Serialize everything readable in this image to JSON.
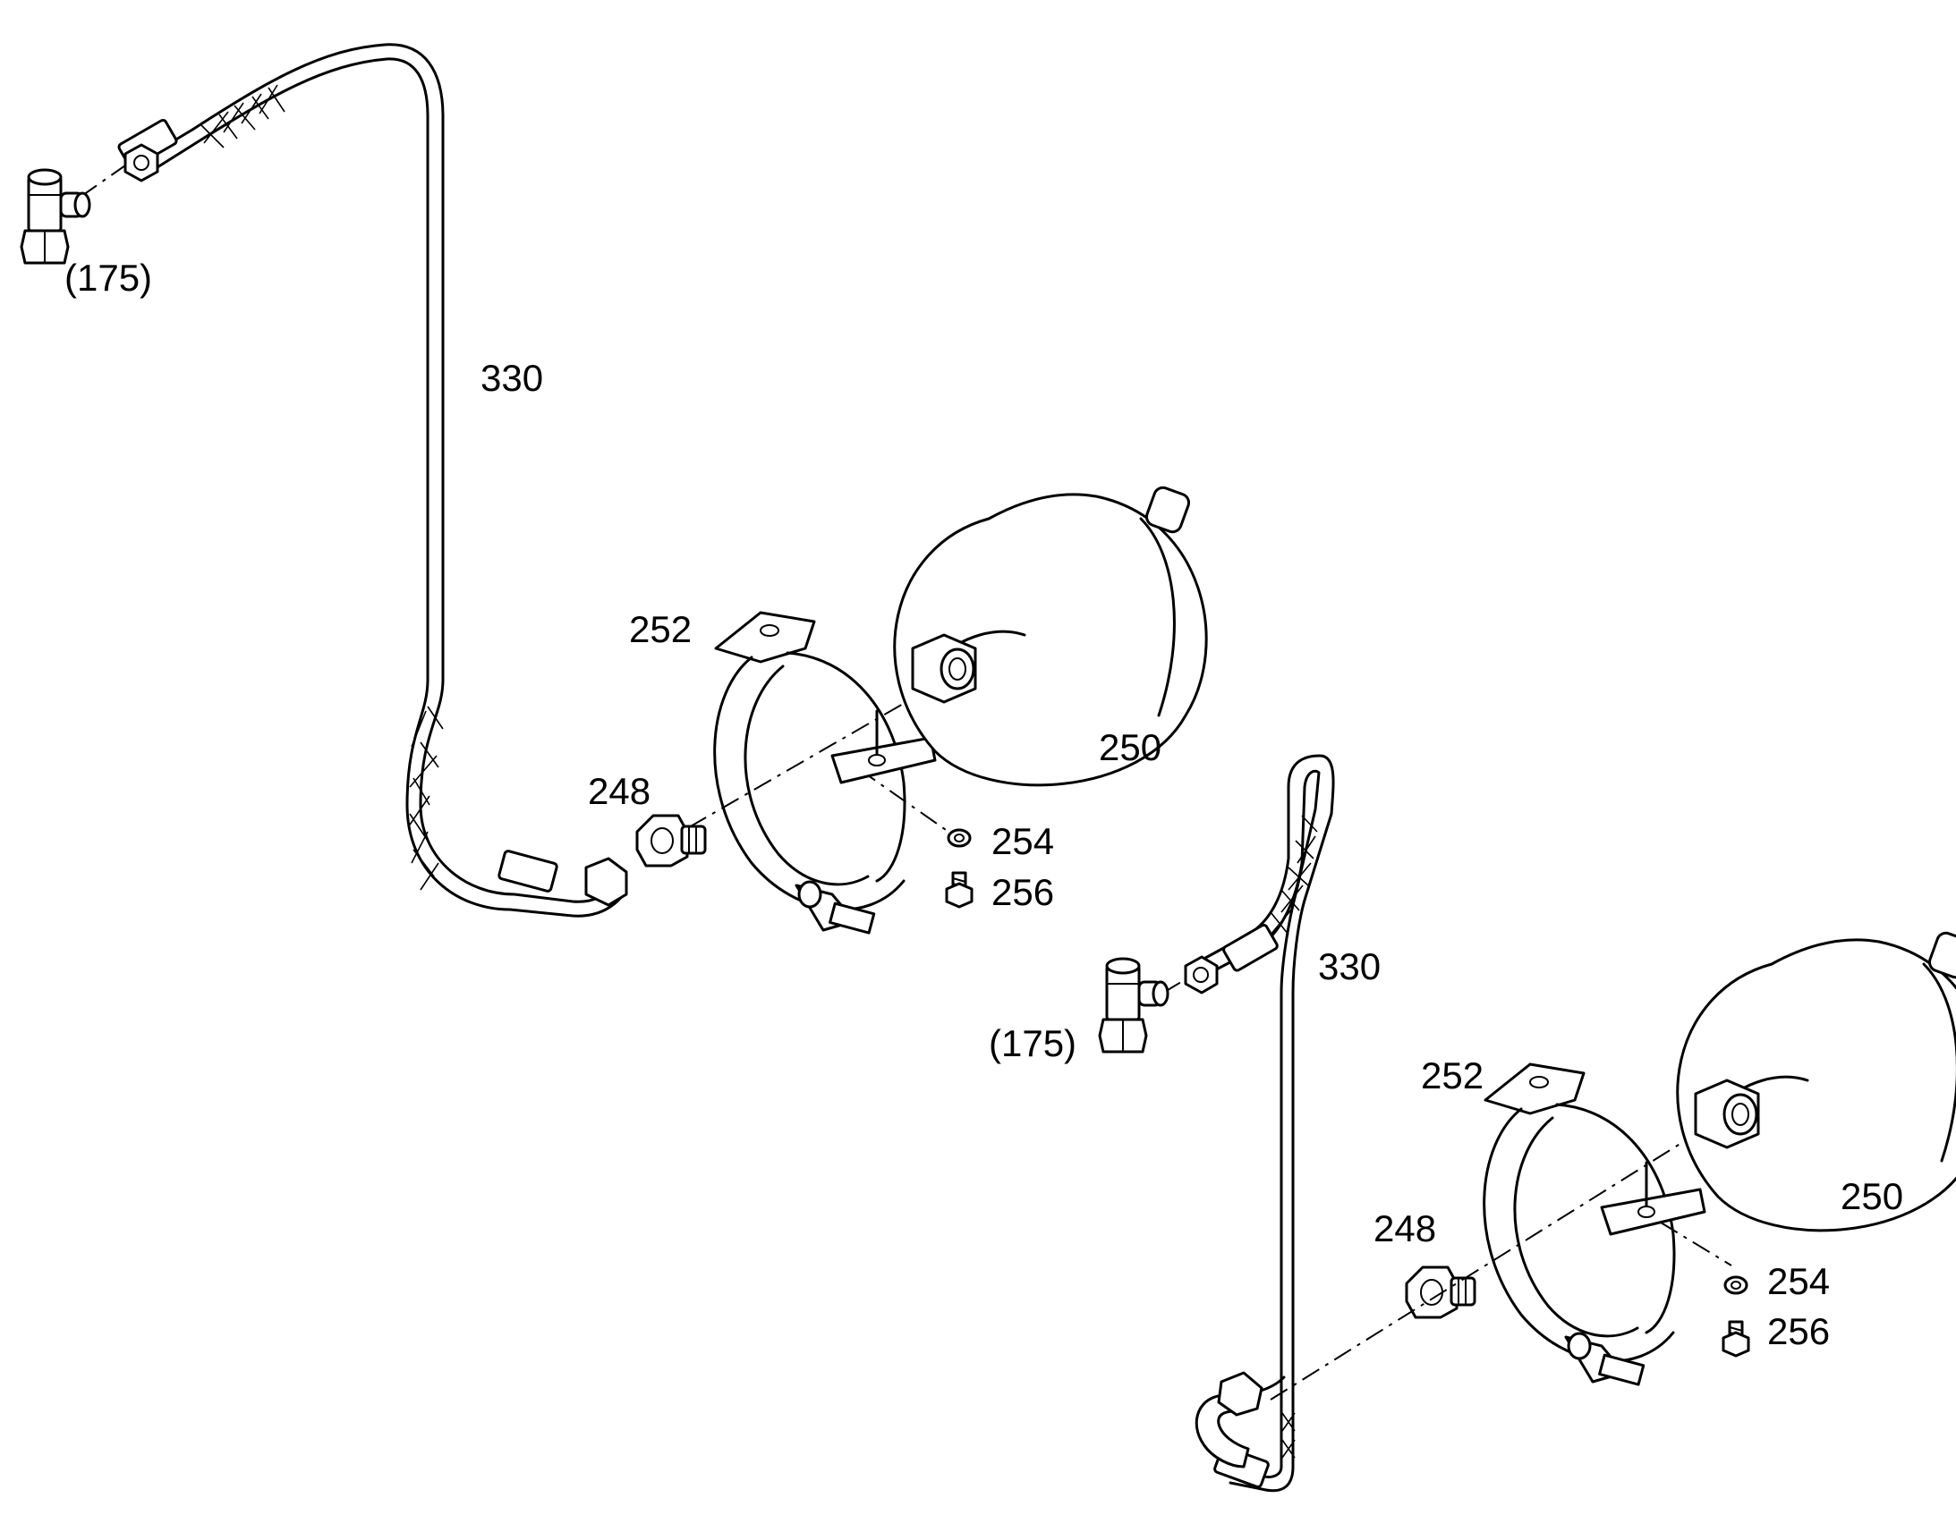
{
  "assembly_a": {
    "label_175": "(175)",
    "label_330": "330",
    "label_252": "252",
    "label_250": "250",
    "label_248": "248",
    "label_254": "254",
    "label_256": "256"
  },
  "assembly_b": {
    "label_175": "(175)",
    "label_330": "330",
    "label_252": "252",
    "label_250": "250",
    "label_248": "248",
    "label_254": "254",
    "label_256": "256"
  }
}
